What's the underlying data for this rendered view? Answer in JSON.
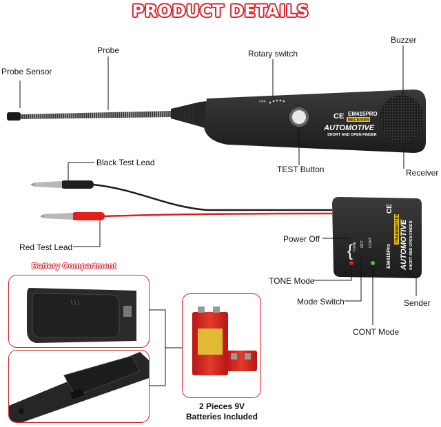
{
  "header": {
    "title": "PRODUCT DETAILS"
  },
  "receiver": {
    "labels": {
      "probe_sensor": "Probe Sensor",
      "probe": "Probe",
      "rotary_switch": "Rotary switch",
      "buzzer": "Buzzer",
      "test_button": "TEST Button",
      "receiver": "Receiver"
    },
    "device_text": {
      "off": "OFF",
      "ce": "CE",
      "model": "EM415PRO",
      "tag": "RECEIVER",
      "brand": "AUTOMOTIVE",
      "tagline": "SHORT AND OPEN FINDER"
    }
  },
  "leads": {
    "black": "Black Test Lead",
    "red": "Red Test Lead"
  },
  "sender": {
    "labels": {
      "power_off": "Power Off",
      "tone_mode": "TONE Mode",
      "mode_switch": "Mode Switch",
      "cont_mode": "CONT Mode",
      "sender": "Sender"
    },
    "device_text": {
      "tone": "TONE",
      "off": "OFF",
      "cont": "CONT",
      "ce": "CE",
      "model": "EM415Pro",
      "tag": "TRANSMITTER",
      "brand": "AUTOMOTIVE",
      "tagline": "SHORT AND OPEN FINDER"
    }
  },
  "battery": {
    "heading": "Battery Compartment",
    "caption_line1": "2 Pieces 9V",
    "caption_line2": "Batteries Included"
  },
  "colors": {
    "accent": "#d8262f",
    "device": "#2a2a2a",
    "led_red": "#e0201a",
    "led_green": "#3fc43a"
  }
}
